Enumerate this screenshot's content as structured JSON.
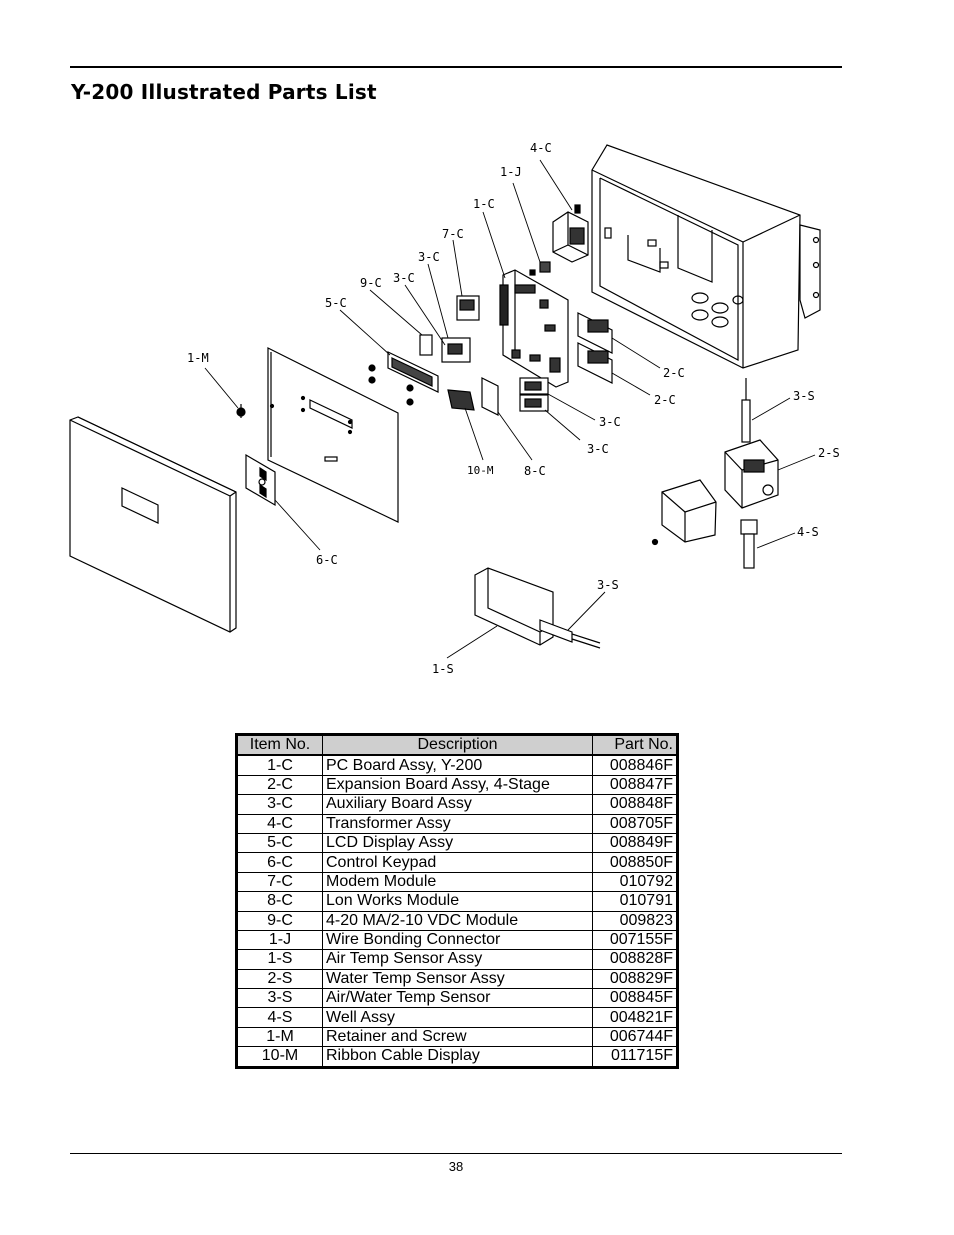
{
  "title": "Y-200 Illustrated Parts List",
  "diagram_labels": {
    "l_4c": "4-C",
    "l_1j": "1-J",
    "l_1c": "1-C",
    "l_7c": "7-C",
    "l_3c_a": "3-C",
    "l_3c_b": "3-C",
    "l_9c": "9-C",
    "l_5c": "5-C",
    "l_1m": "1-M",
    "l_2c_a": "2-C",
    "l_2c_b": "2-C",
    "l_3c_c": "3-C",
    "l_3c_d": "3-C",
    "l_10m": "10-M",
    "l_8c": "8-C",
    "l_6c": "6-C",
    "l_3s_a": "3-S",
    "l_2s": "2-S",
    "l_4s": "4-S",
    "l_3s_b": "3-S",
    "l_1s": "1-S"
  },
  "table": {
    "headers": {
      "item": "Item No.",
      "desc": "Description",
      "part": "Part No."
    },
    "rows": [
      {
        "item": "1-C",
        "desc": "PC Board Assy, Y-200",
        "part": "008846F"
      },
      {
        "item": "2-C",
        "desc": "Expansion Board Assy, 4-Stage",
        "part": "008847F"
      },
      {
        "item": "3-C",
        "desc": "Auxiliary Board Assy",
        "part": "008848F"
      },
      {
        "item": "4-C",
        "desc": "Transformer Assy",
        "part": "008705F"
      },
      {
        "item": "5-C",
        "desc": "LCD Display Assy",
        "part": "008849F"
      },
      {
        "item": "6-C",
        "desc": "Control Keypad",
        "part": "008850F"
      },
      {
        "item": "7-C",
        "desc": "Modem Module",
        "part": "010792"
      },
      {
        "item": "8-C",
        "desc": "Lon Works Module",
        "part": "010791"
      },
      {
        "item": "9-C",
        "desc": "4-20 MA/2-10 VDC Module",
        "part": "009823"
      },
      {
        "item": "1-J",
        "desc": "Wire Bonding Connector",
        "part": "007155F"
      },
      {
        "item": "1-S",
        "desc": "Air Temp Sensor Assy",
        "part": "008828F"
      },
      {
        "item": "2-S",
        "desc": "Water Temp Sensor Assy",
        "part": "008829F"
      },
      {
        "item": "3-S",
        "desc": "Air/Water Temp Sensor",
        "part": "008845F"
      },
      {
        "item": "4-S",
        "desc": "Well Assy",
        "part": "004821F"
      },
      {
        "item": "1-M",
        "desc": "Retainer and Screw",
        "part": "006744F"
      },
      {
        "item": "10-M",
        "desc": "Ribbon Cable Display",
        "part": "011715F"
      }
    ]
  },
  "page_number": "38"
}
